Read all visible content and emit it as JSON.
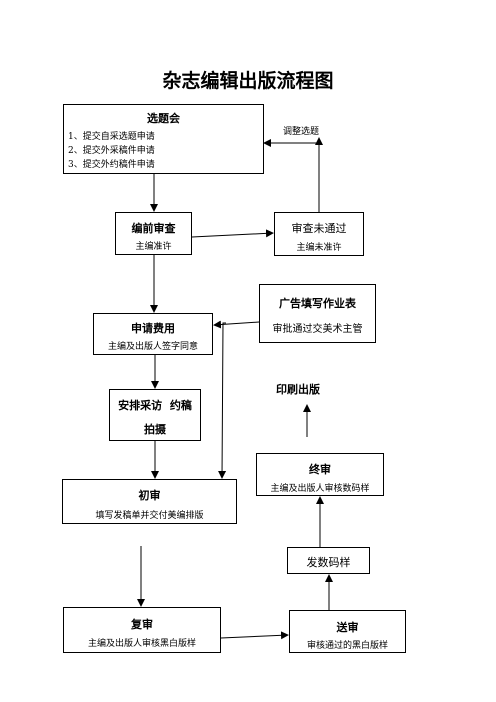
{
  "title": "杂志编辑出版流程图",
  "nodes": {
    "topic_meeting": {
      "title": "选题会",
      "lines": [
        "1、提交自采选题申请",
        "2、提交外采稿件申请",
        "3、提交外约稿件申请"
      ]
    },
    "adjust_topic": "调整选题",
    "pre_edit_review": {
      "title": "编前审查",
      "sub": "主编准许"
    },
    "review_failed": {
      "title": "审查未通过",
      "sub": "主编未准许"
    },
    "ad_form": {
      "title": "广告填写作业表",
      "sub": "审批通过交美术主管"
    },
    "apply_expense": {
      "title": "申请费用",
      "sub": "主编及出版人签字同意"
    },
    "arrange_interview": {
      "line1": "安排采访  约稿",
      "line2": "拍摄"
    },
    "print_publish": "印刷出版",
    "final_review": {
      "title": "终审",
      "sub": "主编及出版人审核数码样"
    },
    "first_review": {
      "title": "初审",
      "sub": "填写发稿单并交付美编排版"
    },
    "send_digital_proof": "发数码样",
    "second_review": {
      "title": "复审",
      "sub": "主编及出版人审核黑白版样"
    },
    "submit_review": {
      "title": "送审",
      "sub": "审核通过的黑白版样"
    }
  }
}
